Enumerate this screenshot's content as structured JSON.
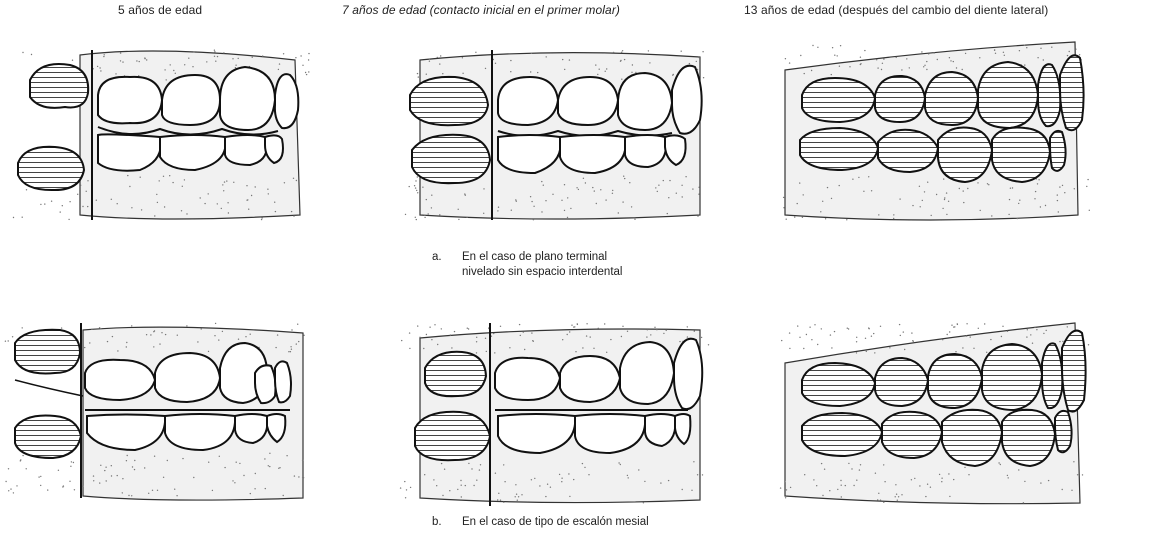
{
  "headers": {
    "age5": "5 años de edad",
    "age7": "7 años de edad (contacto inicial en el primer molar)",
    "age13": "13 años de edad (después del cambio del diente lateral)"
  },
  "captions": {
    "a": {
      "label": "a.",
      "line1": "En el caso de plano terminal",
      "line2": "nivelado sin espacio interdental"
    },
    "b": {
      "label": "b.",
      "line1": "En el caso de tipo de escalón mesial"
    }
  },
  "colors": {
    "ink": "#111111",
    "paper": "#ffffff",
    "gum": "#f1f1f1"
  }
}
